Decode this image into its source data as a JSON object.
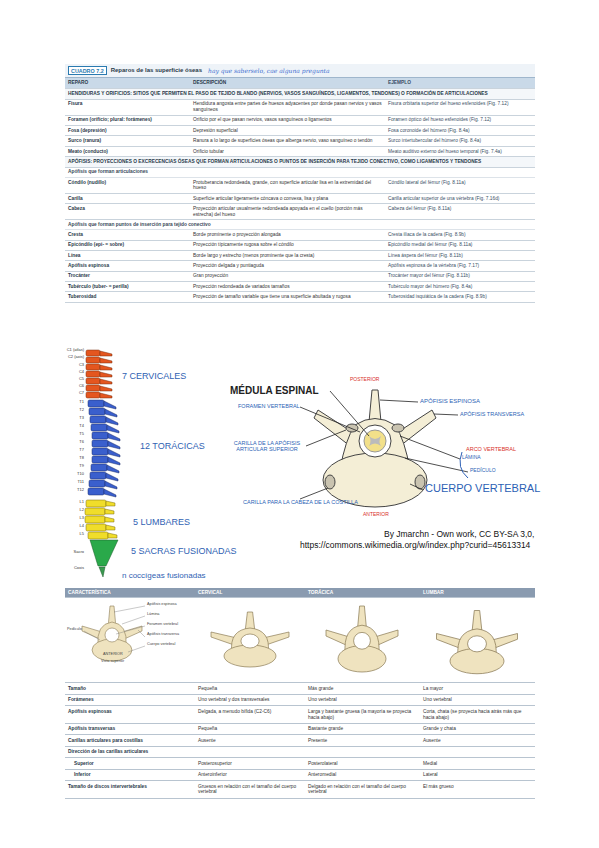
{
  "diagram": {
    "labels": [
      "CUADRO 7.2",
      "Reparos de las superficie óseas",
      "hay que saberselo, cae alguna pregunta",
      "REPARO",
      "DESCRIPCIÓN",
      "EJEMPLO",
      "HENDIDURAS Y ORIFICIOS: SITIOS QUE PERMITEN EL PASO DE TEJIDO BLANDO (NERVIOS, VASOS SANGUÍNEOS, LIGAMENTOS, TENDONES) O FORMACIÓN DE ARTICULACIONES",
      "Fisura",
      "Hendidura angosta entre partes de huesos adyacentes por donde pasan nervios y vasos sanguíneos",
      "Fisura orbitaria superior del hueso esfenoides (Fig. 7.12)",
      "Foramen (orificio; plural: forámenes)",
      "Orificio por el que pasan nervios, vasos sanguíneos o ligamentos",
      "Foramen óptico del hueso esfenoides (Fig. 7.12)",
      "Fosa (depresión)",
      "Depresión superficial",
      "Fosa coronoide del húmero (Fig. 8.4a)",
      "Surco (ranura)",
      "Ranura a lo largo de superficies óseas que alberga nervio, vaso sanguíneo o tendón",
      "Surco intertubercular del húmero (Fig. 8.4a)",
      "Meato (conducto)",
      "Orificio tubular",
      "Meato auditivo externo del hueso temporal (Fig. 7.4a)",
      "APÓFISIS: PROYECCIONES O EXCRECENCIAS ÓSEAS QUE FORMAN ARTICULACIONES O PUNTOS DE INSERCIÓN PARA TEJIDO CONECTIVO, COMO LIGAMENTOS Y TENDONES",
      "Apófisis que forman articulaciones",
      "Cóndilo (nudillo)",
      "Protuberancia redondeada, grande, con superficie articular lisa en la extremidad del hueso",
      "Cóndilo lateral del fémur (Fig. 8.11a)",
      "Carilla",
      "Superficie articular ligeramente cóncava o convexa, lisa y plana",
      "Carilla articular superior de una vértebra (Fig. 7.16d)",
      "Cabeza",
      "Proyección articular usualmente redondeada apoyada en el cuello (porción más estrecha) del hueso",
      "Cabeza del fémur (Fig. 8.11a)",
      "Apófisis que forman puntos de inserción para tejido conectivo",
      "Cresta",
      "Borde prominente o proyección alongada",
      "Cresta ilíaca de la cadera (Fig. 8.9b)",
      "Epicóndilo (epi- = sobre)",
      "Proyección típicamente rugosa sobre el cóndilo",
      "Epicóndilo medial del fémur (Fig. 8.11a)",
      "Línea",
      "Borde largo y estrecho (menos prominente que la cresta)",
      "Línea áspera del fémur (Fig. 8.11b)",
      "Apófisis espinosa",
      "Proyección delgada y puntiaguda",
      "Apófisis espinosa de la vértebra (Fig. 7.17)",
      "Trocánter",
      "Gran proyección",
      "Trocánter mayor del fémur (Fig. 8.11b)",
      "Tubérculo (tuber- = perilla)",
      "Proyección redondeada de variados tamaños",
      "Tubérculo mayor del húmero (Fig. 8.4a)",
      "Tuberosidad",
      "Proyección de tamaño variable que tiene una superficie abultada y rugosa",
      "Tuberosidad isquiática de la cadera (Fig. 8.9b)",
      "C1 (atlas)",
      "C2 (axis)",
      "C3",
      "C4",
      "C5",
      "C6",
      "C7",
      "T1",
      "T2",
      "T3",
      "T4",
      "T5",
      "T6",
      "T7",
      "T8",
      "T9",
      "T10",
      "T11",
      "T12",
      "L1",
      "L2",
      "L3",
      "L4",
      "L5",
      "Sacro",
      "Coxis",
      "7 CERVICALES",
      "12 TORÁCICAS",
      "5 LUMBARES",
      "5 SACRAS FUSIONADAS",
      "n coccígeas fusionadas",
      "POSTERIOR",
      "MÉDULA ESPINAL",
      "APÓFISIS ESPINOSA",
      "FORAMEN VERTEBRAL",
      "APÓFISIS TRANSVERSA",
      "CARILLA DE LA APÓFISIS ARTICULAR SUPERIOR",
      "ARCO VERTEBRAL",
      "LÁMINA",
      "PEDÍCULO",
      "CUERPO VERTEBRAL",
      "CARILLA PARA LA CABEZA DE LA COSTILLA",
      "ANTERIOR",
      "By Jmarchn - Own work, CC BY-SA 3,0,",
      "https://commons.wikimedia.org/w/index.php?curid=45613314",
      "CARACTERÍSTICA",
      "CERVICAL",
      "TORÁCICA",
      "LUMBAR",
      "Apófisis espinosa",
      "Lámina",
      "Foramen vertebral",
      "Apófisis transversa",
      "Cuerpo vertebral",
      "Pedículo",
      "ANTERIOR",
      "Vista superior",
      "Tamaño",
      "Pequeña",
      "Más grande",
      "La mayor",
      "Forámenes",
      "Uno vertebral y dos transversales",
      "Uno vertebral",
      "Uno vertebral",
      "Apófisis espinosas",
      "Delgada, a menudo bífida (C2-C6)",
      "Larga y bastante gruesa (la mayoría se proyecta hacia abajo)",
      "Corta, chata (se proyecta hacia atrás más que hacia abajo)",
      "Apófisis transversas",
      "Pequeña",
      "Bastante grande",
      "Grande y chata",
      "Carillas articulares para costillas",
      "Ausente",
      "Presente",
      "Ausente",
      "Dirección de las carillas articulares",
      "Superior",
      "Posterosuperior",
      "Posterolateral",
      "Medial",
      "Inferior",
      "Anteroinferior",
      "Anteromedial",
      "Lateral",
      "Tamaño de discos intervertebrales",
      "Gruesos en relación con el tamaño del cuerpo vertebral",
      "Delgado en relación con el tamaño del cuerpo vertebral",
      "El más grueso"
    ]
  }
}
